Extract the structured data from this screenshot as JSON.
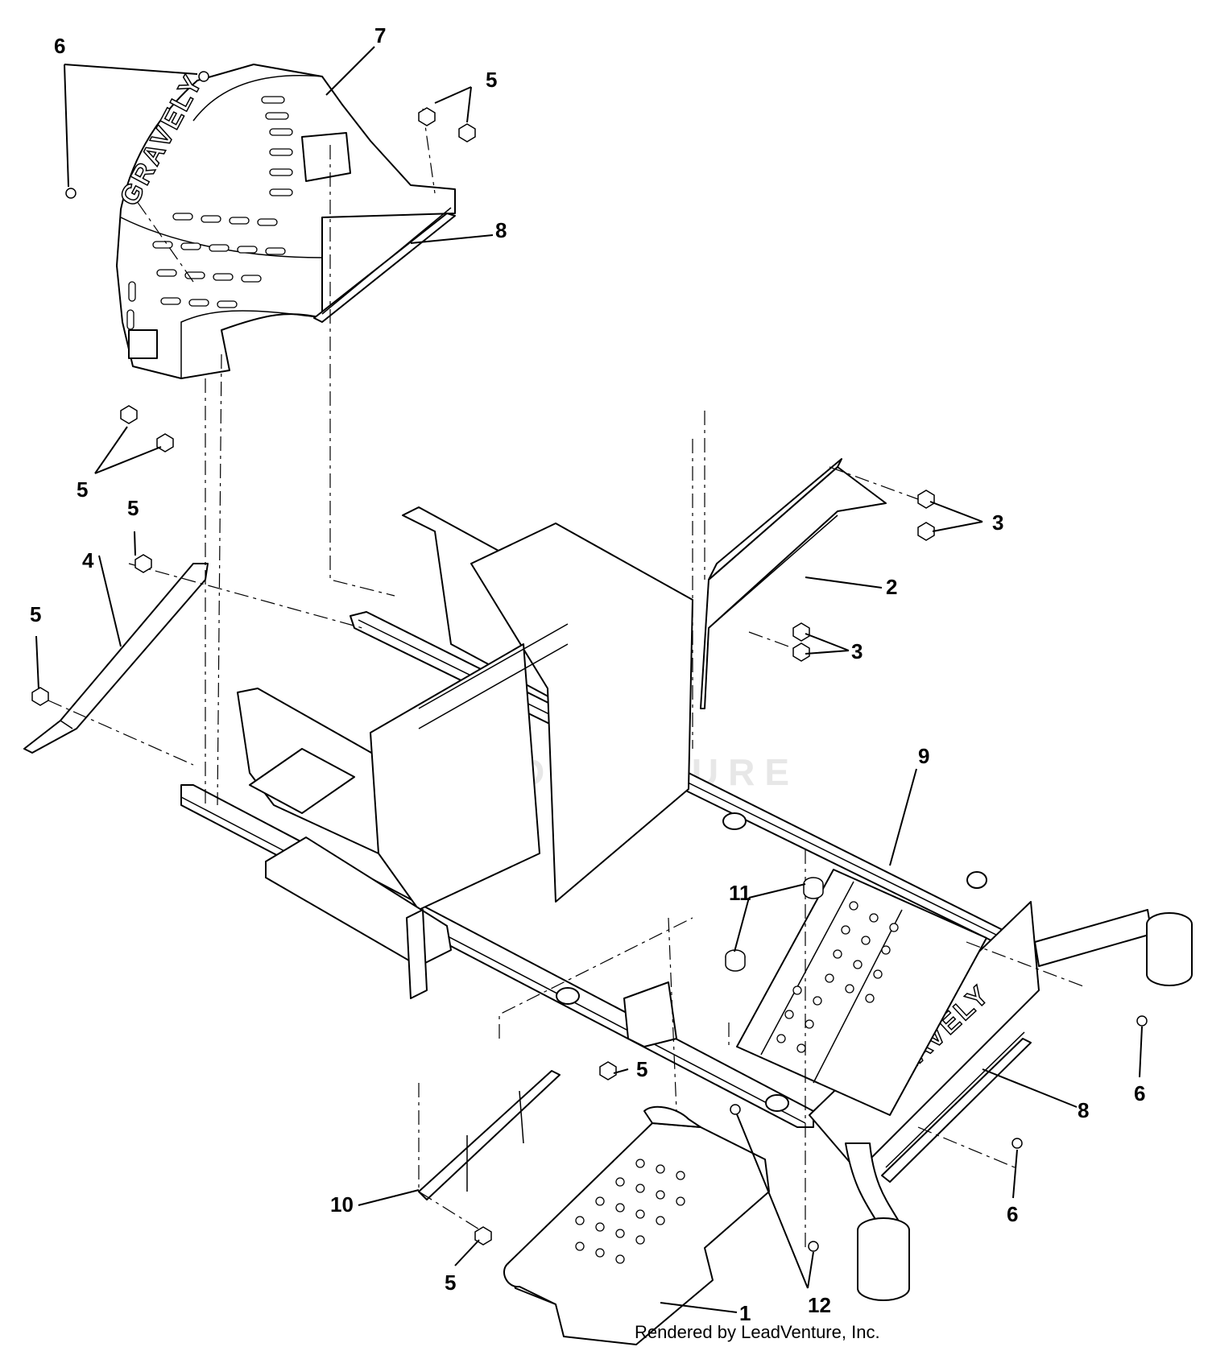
{
  "callouts": {
    "c1": "1",
    "c2": "2",
    "c3a": "3",
    "c3b": "3",
    "c4": "4",
    "c5a": "5",
    "c5b": "5",
    "c5c": "5",
    "c5d": "5",
    "c5e": "5",
    "c5f": "5",
    "c6a": "6",
    "c6b": "6",
    "c6c": "6",
    "c7": "7",
    "c8a": "8",
    "c8b": "8",
    "c9": "9",
    "c10": "10",
    "c11": "11",
    "c12": "12"
  },
  "decals": {
    "front_brand": "GRAVELY",
    "seat_brand": "GRAVELY"
  },
  "watermark": {
    "text": "LEADVENTURE"
  },
  "footer": {
    "credit": "Rendered by LeadVenture, Inc."
  },
  "colors": {
    "line": "#000000",
    "background": "#ffffff",
    "watermark": "#e7e7e7"
  }
}
